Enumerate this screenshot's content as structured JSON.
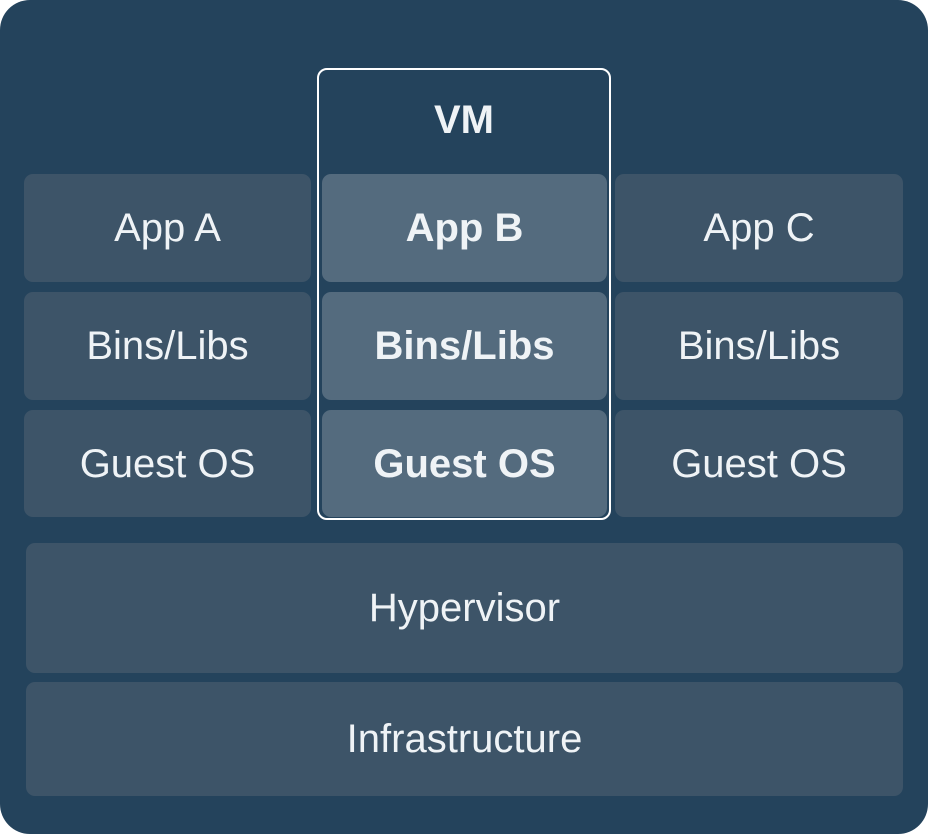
{
  "diagram": {
    "vm_title": "VM",
    "columns": [
      {
        "name": "stack-a",
        "cells": [
          "App A",
          "Bins/Libs",
          "Guest OS"
        ]
      },
      {
        "name": "stack-vm",
        "cells": [
          "App B",
          "Bins/Libs",
          "Guest OS"
        ]
      },
      {
        "name": "stack-c",
        "cells": [
          "App C",
          "Bins/Libs",
          "Guest OS"
        ]
      }
    ],
    "layers": [
      "Hypervisor",
      "Infrastructure"
    ],
    "colors": {
      "background": "#24435C",
      "cell": "#3D5468",
      "vm_cell": "#546B7E",
      "outline": "#FFFFFF",
      "text": "#EFF3F6"
    }
  }
}
